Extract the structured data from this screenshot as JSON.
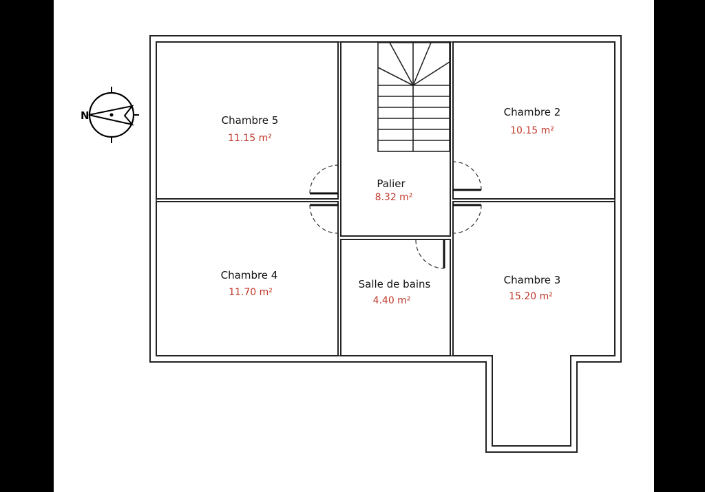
{
  "plan": {
    "rooms": [
      {
        "id": "chambre-5",
        "name": "Chambre 5",
        "area": "11.15 m²"
      },
      {
        "id": "chambre-2",
        "name": "Chambre 2",
        "area": "10.15 m²"
      },
      {
        "id": "palier",
        "name": "Palier",
        "area": "8.32 m²"
      },
      {
        "id": "chambre-4",
        "name": "Chambre 4",
        "area": "11.70 m²"
      },
      {
        "id": "salle-de-bains",
        "name": "Salle de bains",
        "area": "4.40 m²"
      },
      {
        "id": "chambre-3",
        "name": "Chambre 3",
        "area": "15.20 m²"
      }
    ],
    "compass": {
      "label": "N"
    }
  },
  "colors": {
    "frame": "#000000",
    "paper": "#ffffff",
    "wall": "#222222",
    "area_text": "#c0392b"
  }
}
